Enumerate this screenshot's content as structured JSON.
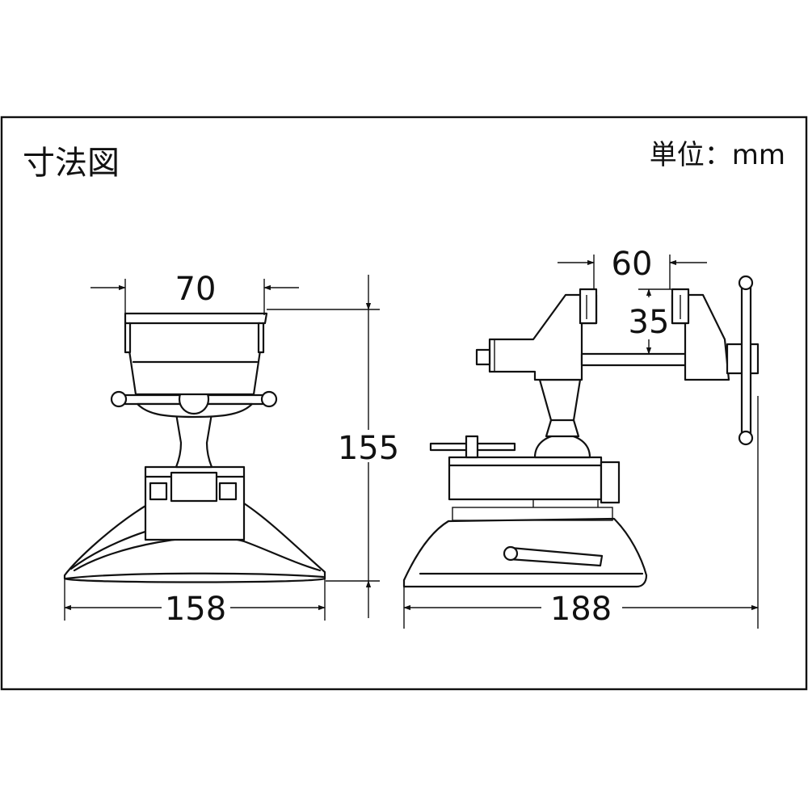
{
  "header": {
    "title": "寸法図",
    "unit_label": "単位：mm"
  },
  "front_view": {
    "jaw_width": "70",
    "base_width": "158",
    "overall_height": "155"
  },
  "side_view": {
    "jaw_opening": "60",
    "jaw_depth": "35",
    "overall_length": "188"
  },
  "colors": {
    "line": "#111111",
    "background": "#ffffff"
  }
}
